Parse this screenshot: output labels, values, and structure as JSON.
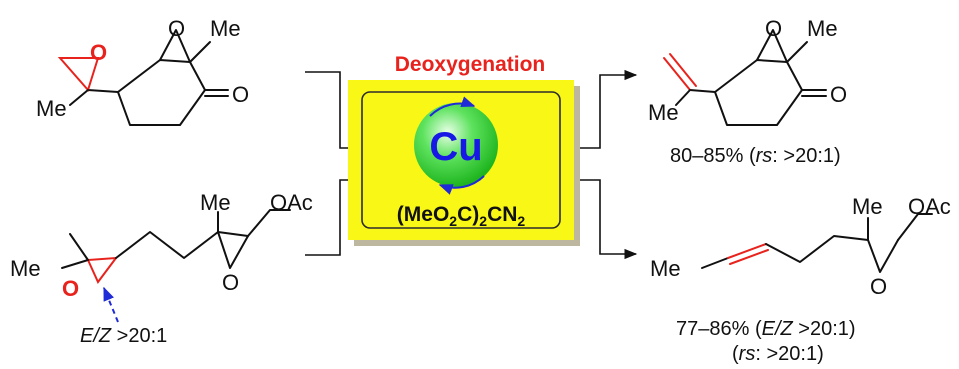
{
  "title": "Deoxygenation",
  "catalyst": {
    "metal": "Cu",
    "reagent_parts": [
      "(MeO",
      "2",
      "C)",
      "2",
      "CN",
      "2"
    ]
  },
  "atoms": {
    "O": "O",
    "Me": "Me",
    "OAc": "OAc"
  },
  "captions": {
    "ez_note": [
      "E/Z",
      " >20:1"
    ],
    "product1": [
      "80–85% (",
      "rs",
      ": >20:1)"
    ],
    "product2_line1": [
      "77–86% (",
      "E/Z",
      " >20:1)"
    ],
    "product2_line2": [
      "(",
      "rs",
      ": >20:1)"
    ]
  },
  "colors": {
    "title": "#e8231d",
    "box": "#f9f716",
    "box_border": "#2b2b2b",
    "box_shadow": "#bdb7a0",
    "oxygen_highlight": "#e8231d",
    "arrow_note": "#1f2bd6",
    "cu_sphere": "#2fd52f",
    "cu_text": "#1717e6"
  }
}
